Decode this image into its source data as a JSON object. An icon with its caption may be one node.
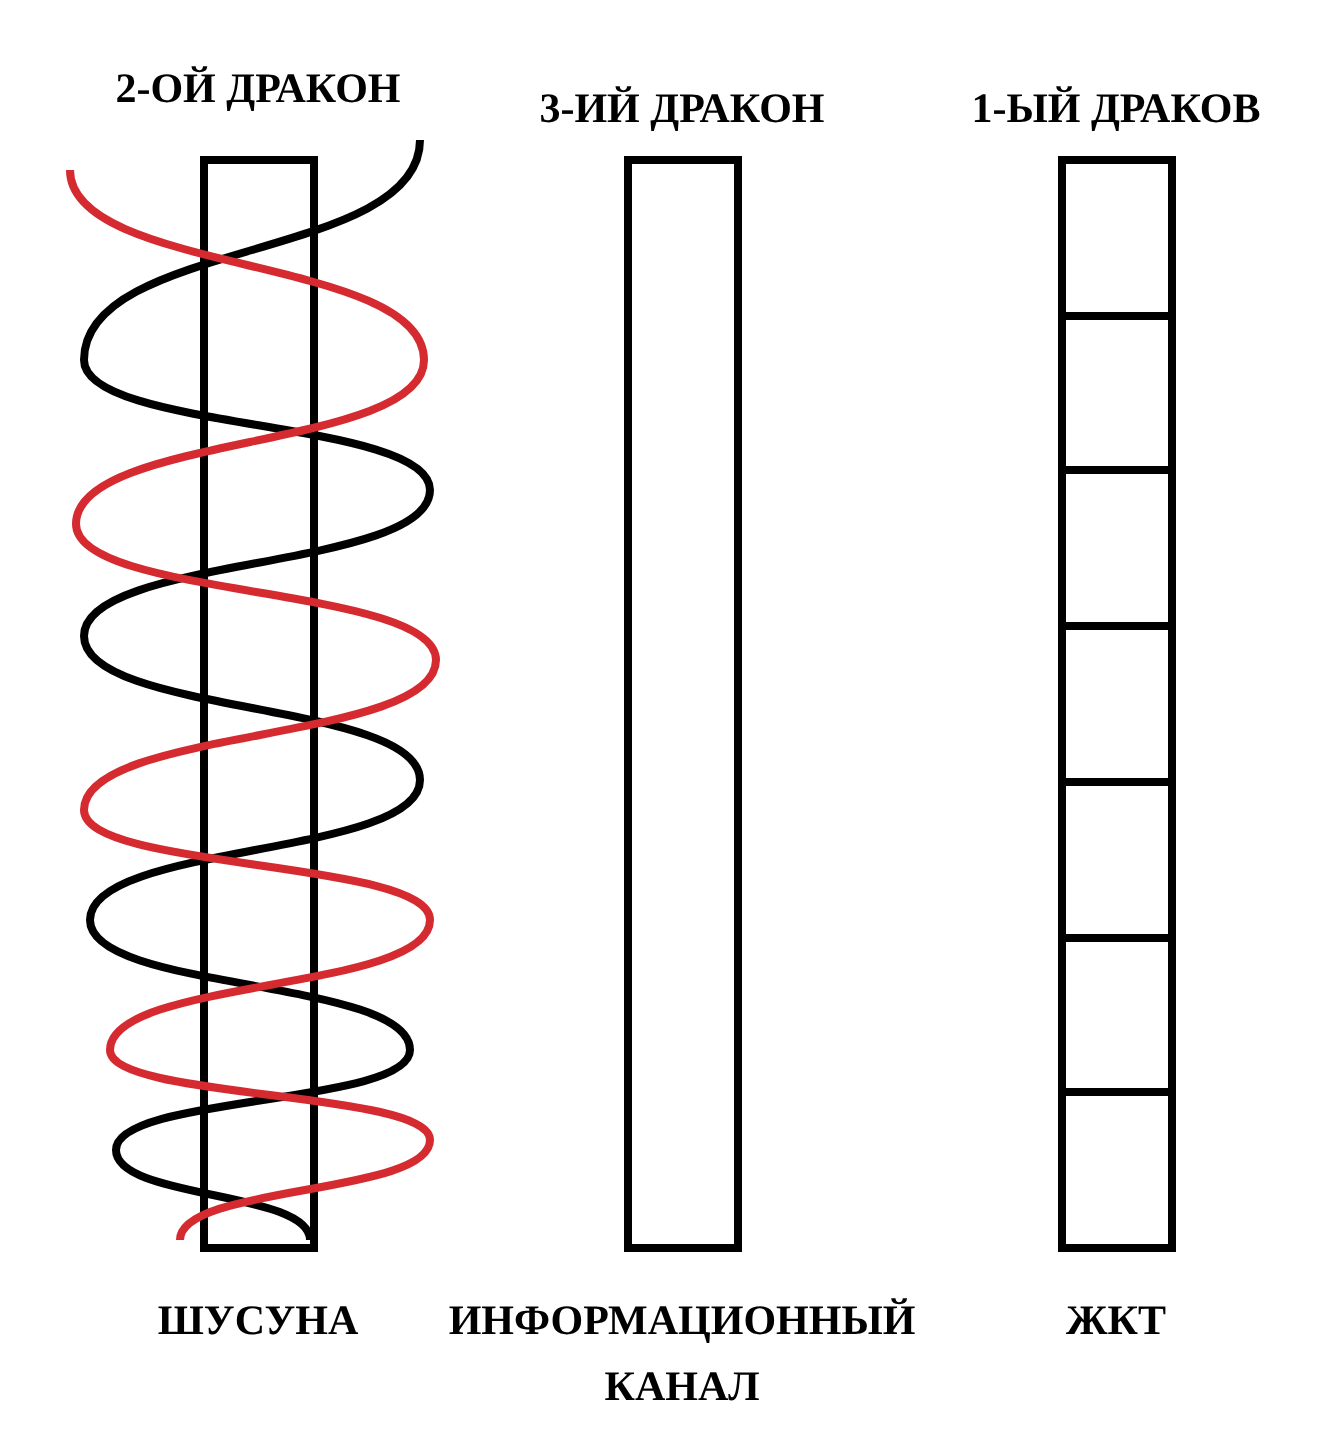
{
  "diagram": {
    "nodes": [
      {
        "text": [
          "2-ОЙ ДРАКОН"
        ],
        "beside": [
          "ШУСУНА"
        ]
      },
      {
        "text": [
          "3-ИЙ ДРАКОН"
        ],
        "beside": [
          "ИНФОРМАЦИОННЫЙ КАНАЛ"
        ]
      },
      {
        "text": [
          "1-ЫЙ ДРАКОВ"
        ],
        "beside": [
          "ЖКТ"
        ]
      }
    ],
    "edges": []
  }
}
